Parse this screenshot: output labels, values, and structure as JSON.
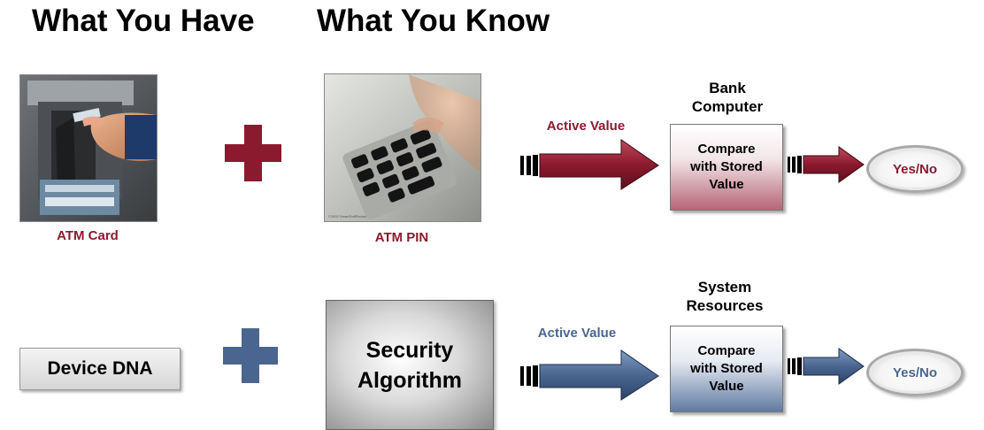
{
  "headings": {
    "have": "What You Have",
    "know": "What You Know"
  },
  "row1": {
    "card_caption": "ATM Card",
    "pin_caption": "ATM PIN",
    "active_value": "Active Value",
    "processor_label_line1": "Bank",
    "processor_label_line2": "Computer",
    "compare_line1": "Compare",
    "compare_line2": "with Stored",
    "compare_line3": "Value",
    "result": "Yes/No",
    "photo_credit": "©2002 SmartDollPhotos",
    "colors": {
      "accent": "#8b1a2e"
    }
  },
  "row2": {
    "device_label": "Device DNA",
    "algorithm_line1": "Security",
    "algorithm_line2": "Algorithm",
    "active_value": "Active Value",
    "processor_label_line1": "System",
    "processor_label_line2": "Resources",
    "compare_line1": "Compare",
    "compare_line2": "with Stored",
    "compare_line3": "Value",
    "result": "Yes/No",
    "colors": {
      "accent": "#4a6690"
    }
  },
  "icons": [
    "plus-icon",
    "arrow-right-icon",
    "atm-card-photo",
    "keypad-photo"
  ]
}
